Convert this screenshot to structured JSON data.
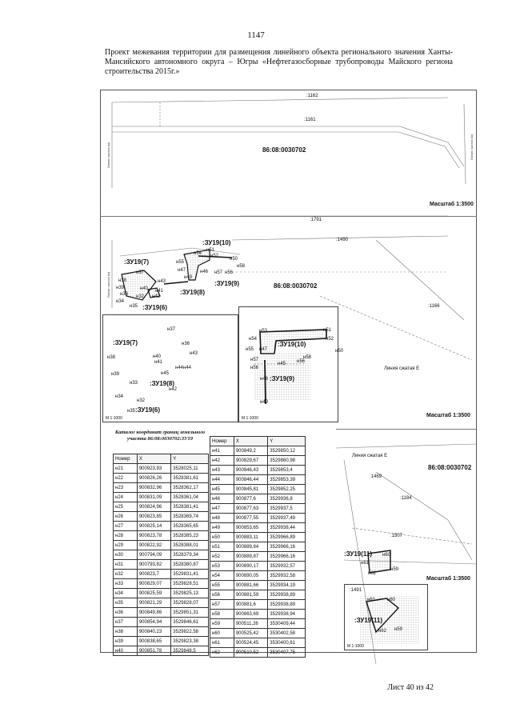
{
  "page_number": "1147",
  "title": "Проект межевания территории для размещения линейного объекта регионального значения Ханты-Мансийского автономного округа – Югры «Нефтегазосборные трубопроводы Майского региона строительства 2015г.»",
  "sheet": {
    "label": "Лист 40",
    "of": "из 42"
  },
  "cadastral_block": "86:08:0030702",
  "scale_main": "Масштаб 1:3500",
  "scale_inset": "М 1:1000",
  "parcels": {
    "p6": ":ЗУ19(6)",
    "p7": ":ЗУ19(7)",
    "p8": ":ЗУ19(8)",
    "p9": ":ЗУ19(9)",
    "p10": ":ЗУ19(10)",
    "p11": ":ЗУ19(11)"
  },
  "misc_labels": {
    "n1162": ":1162",
    "n1161": ":1161",
    "n1791": ":1791",
    "n1490": ":1490",
    "n1166": ":1166",
    "n1469": ":1469",
    "n1184": ":1184",
    "n1507": ":1507",
    "n1491": ":1491",
    "line_small": "Линия сжатая (м)",
    "line_e": "Линия сжатая Е"
  },
  "points": {
    "n32": "н32",
    "n33": "н33",
    "n34": "н34",
    "n35": "н35",
    "n36": "н36",
    "n37": "н37",
    "n38": "н38",
    "n39": "н39",
    "n40": "н40",
    "n41": "н41",
    "n42": "н42",
    "n43": "н43",
    "n44": "н44",
    "n45": "н45",
    "n46": "н46",
    "n47": "н47",
    "n48": "н48",
    "n49": "н49",
    "n50": "н50",
    "n51": "н51",
    "n52": "н52",
    "n53": "н53",
    "n54": "н54",
    "n55": "н55",
    "n56": "н56",
    "n57": "н57",
    "n58": "н58",
    "n59": "н59",
    "n60": "н60",
    "n61": "н61",
    "n62": "н62"
  },
  "catalog": {
    "caption": "Каталог координат границ земельного участка 86:08:0030702:ЗУ19",
    "headers": [
      "Номер",
      "X",
      "Y"
    ],
    "left_rows": [
      [
        "н21",
        "900923,93",
        "3528025,11"
      ],
      [
        "н22",
        "900826,26",
        "3528381,61"
      ],
      [
        "н23",
        "900832,96",
        "3528362,17"
      ],
      [
        "н24",
        "900831,09",
        "3528361,04"
      ],
      [
        "н25",
        "900824,96",
        "3528381,41"
      ],
      [
        "н26",
        "900823,85",
        "3528369,74"
      ],
      [
        "н27",
        "900825,14",
        "3528365,65"
      ],
      [
        "н28",
        "900823,78",
        "3528385,23"
      ],
      [
        "н29",
        "900822,92",
        "3528388,01"
      ],
      [
        "н30",
        "900794,09",
        "3528379,34"
      ],
      [
        "н31",
        "900793,82",
        "3528380,87"
      ],
      [
        "н32",
        "900823,7",
        "3529831,41"
      ],
      [
        "н33",
        "900829,07",
        "3529828,51"
      ],
      [
        "н34",
        "900825,59",
        "3529825,13"
      ],
      [
        "н35",
        "900821,29",
        "3529828,07"
      ],
      [
        "н36",
        "900849,86",
        "3529851,31"
      ],
      [
        "н37",
        "900854,94",
        "3529846,61"
      ],
      [
        "н38",
        "900840,23",
        "3529822,58"
      ],
      [
        "н39",
        "900838,65",
        "3529823,38"
      ],
      [
        "н40",
        "900851,78",
        "3529848,5"
      ]
    ],
    "right_rows": [
      [
        "н41",
        "900849,2",
        "3529850,12"
      ],
      [
        "н42",
        "900829,67",
        "3529860,98"
      ],
      [
        "н43",
        "900846,43",
        "3529853,4"
      ],
      [
        "н44",
        "900846,44",
        "3529853,39"
      ],
      [
        "н45",
        "900845,81",
        "3529852,25"
      ],
      [
        "н46",
        "900877,6",
        "3529936,8"
      ],
      [
        "н47",
        "900877,63",
        "3529937,5"
      ],
      [
        "н48",
        "900877,55",
        "3529937,49"
      ],
      [
        "н49",
        "900853,65",
        "3529938,44"
      ],
      [
        "н50",
        "900883,11",
        "3529966,89"
      ],
      [
        "н51",
        "900889,84",
        "3529966,16"
      ],
      [
        "н52",
        "900889,87",
        "3529966,16"
      ],
      [
        "н53",
        "900890,17",
        "3529932,57"
      ],
      [
        "н54",
        "900890,05",
        "3529932,58"
      ],
      [
        "н55",
        "900881,66",
        "3529934,19"
      ],
      [
        "н56",
        "900881,59",
        "3529938,89"
      ],
      [
        "н57",
        "900881,6",
        "3529938,89"
      ],
      [
        "н58",
        "900863,69",
        "3529938,94"
      ],
      [
        "н59",
        "900511,26",
        "3530409,44"
      ],
      [
        "н60",
        "900525,42",
        "3530402,58"
      ],
      [
        "н61",
        "900524,45",
        "3530400,61"
      ],
      [
        "н62",
        "900510,52",
        "3530407,75"
      ]
    ]
  }
}
